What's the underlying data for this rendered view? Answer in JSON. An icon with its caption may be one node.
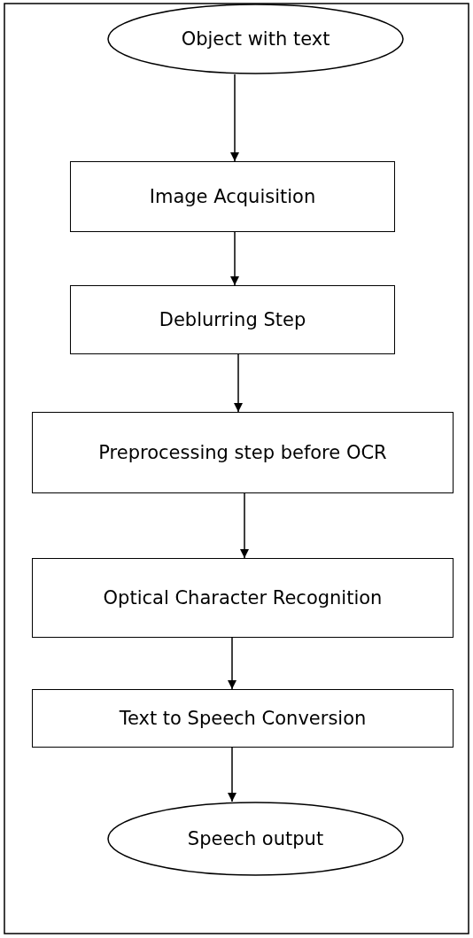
{
  "diagram": {
    "nodes": [
      {
        "text": [
          "Object with text"
        ]
      },
      {
        "text": [
          "Image Acquisition"
        ]
      },
      {
        "text": [
          "Deblurring Step"
        ]
      },
      {
        "text": [
          "Preprocessing step before OCR"
        ]
      },
      {
        "text": [
          "Optical Character Recognition"
        ]
      },
      {
        "text": [
          "Text to Speech Conversion"
        ]
      },
      {
        "text": [
          "Speech output"
        ]
      }
    ],
    "edges": [
      {
        "from": 0,
        "to": 1,
        "arrow": "to"
      },
      {
        "from": 1,
        "to": 2,
        "arrow": "to"
      },
      {
        "from": 2,
        "to": 3,
        "arrow": "to"
      },
      {
        "from": 3,
        "to": 4,
        "arrow": "to"
      },
      {
        "from": 4,
        "to": 5,
        "arrow": "to"
      },
      {
        "from": 5,
        "to": 6,
        "arrow": "to"
      }
    ]
  }
}
